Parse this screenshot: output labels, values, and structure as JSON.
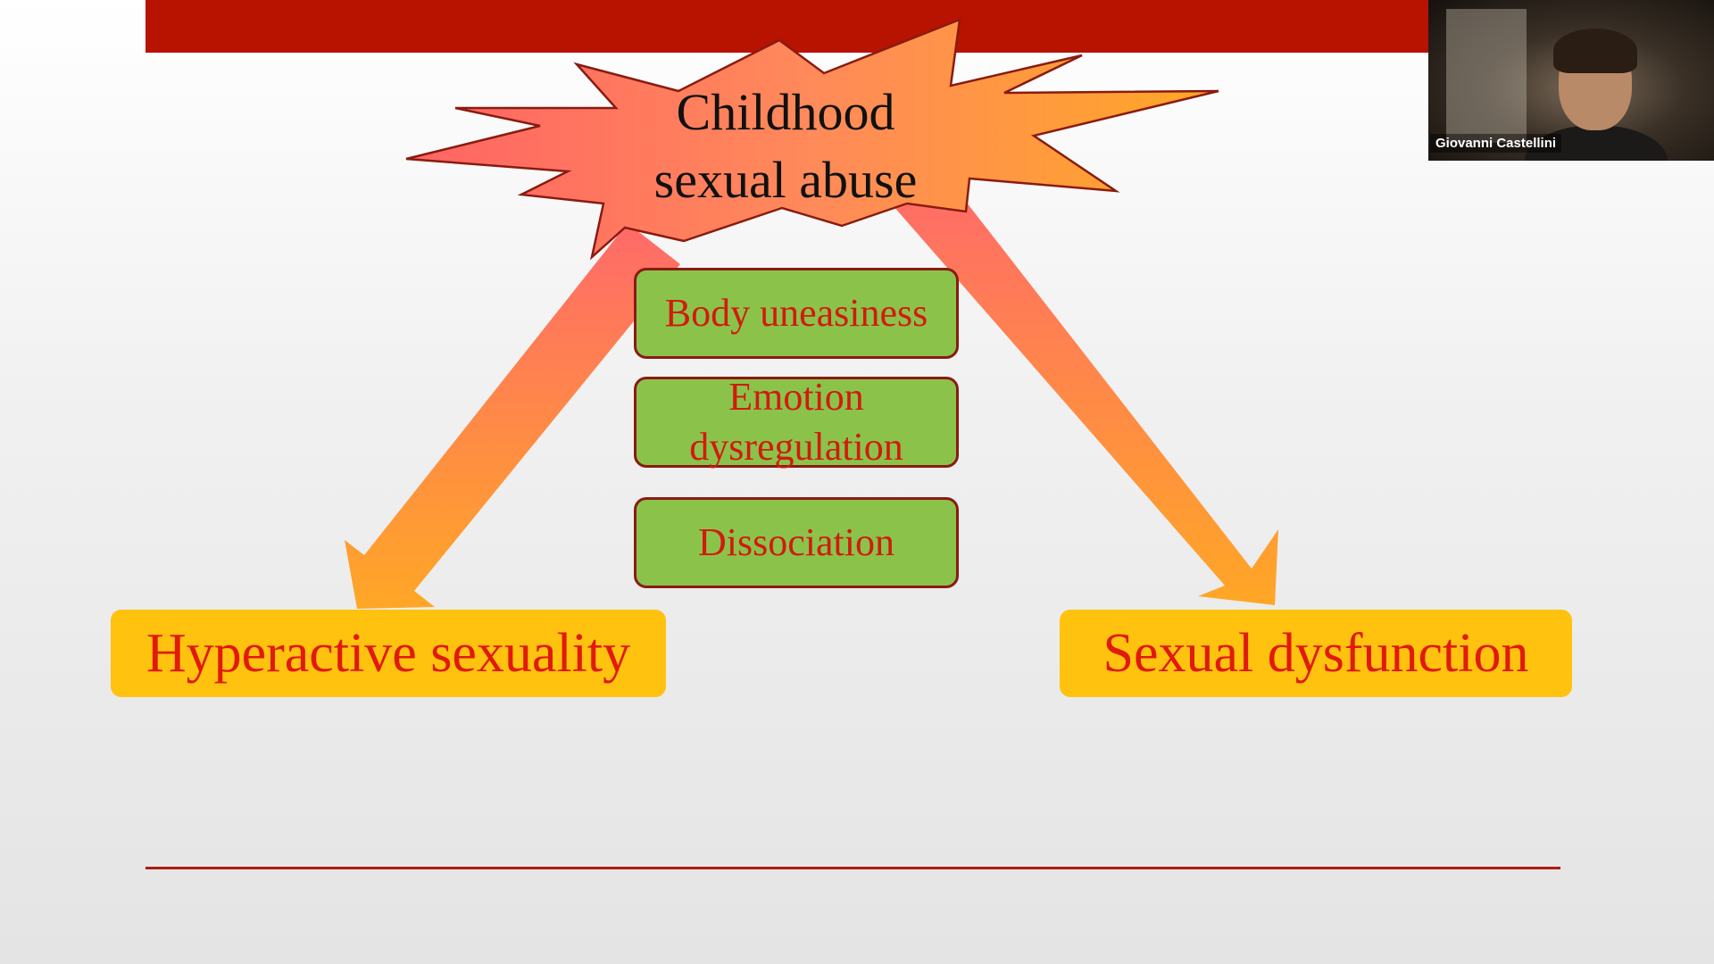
{
  "slide": {
    "title": "Childhood\nsexual abuse",
    "mediators": [
      "Body uneasiness",
      "Emotion dysregulation",
      "Dissociation"
    ],
    "outcomes": {
      "left": "Hyperactive sexuality",
      "right": "Sexual dysfunction"
    }
  },
  "video": {
    "participant_name": "Giovanni Castellini"
  },
  "colors": {
    "top_bar": "#b81200",
    "mediator_fill": "#8bc34a",
    "mediator_text": "#d21a0f",
    "outcome_fill": "#ffc20e",
    "outcome_text": "#e11a0c",
    "arrow_gradient_start": "#ff6a6a",
    "arrow_gradient_end": "#ffa726",
    "burst_gradient_start": "#ff6464",
    "burst_gradient_end": "#ffa726"
  }
}
